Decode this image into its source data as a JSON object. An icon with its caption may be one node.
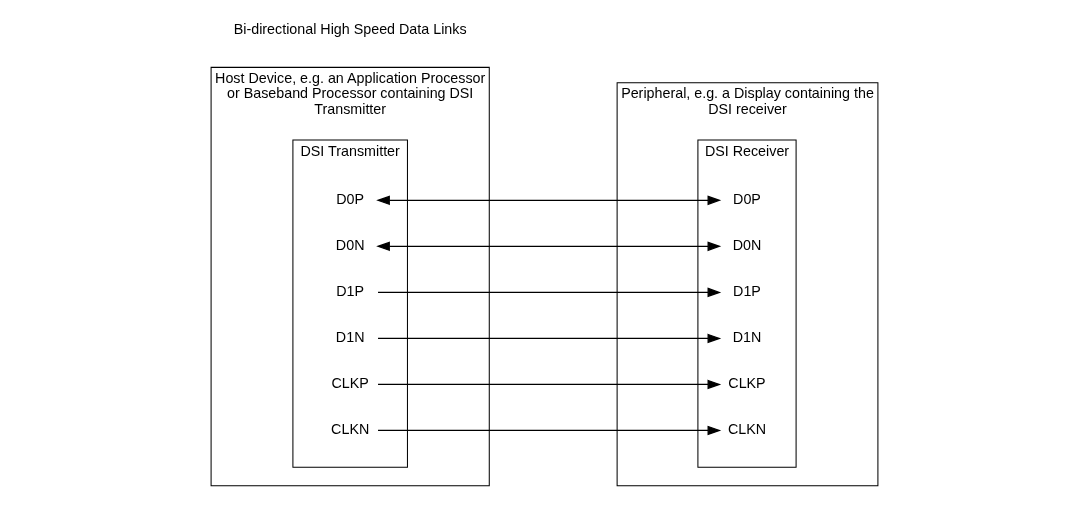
{
  "diagram": {
    "nodes": [
      {
        "text": [
          "Host Device, e.g. an Application Processor or Baseband Processor containing DSI Transmitter"
        ]
      },
      {
        "text": [
          "DSI Transmitter"
        ],
        "in": 0
      },
      {
        "text": [
          "D0P"
        ],
        "in": 1
      },
      {
        "text": [
          "D0N"
        ],
        "in": 1
      },
      {
        "text": [
          "D1P"
        ],
        "in": 1
      },
      {
        "text": [
          "D1N"
        ],
        "in": 1
      },
      {
        "text": [
          "CLKP"
        ],
        "in": 1
      },
      {
        "text": [
          "CLKN"
        ],
        "in": 1
      },
      {
        "text": [
          "Peripheral, e.g. a Display containing the DSI receiver"
        ]
      },
      {
        "text": [
          "DSI Receiver"
        ],
        "in": 8
      },
      {
        "text": [
          "D0P"
        ],
        "in": 9
      },
      {
        "text": [
          "D0N"
        ],
        "in": 9
      },
      {
        "text": [
          "D1P"
        ],
        "in": 9
      },
      {
        "text": [
          "D1N"
        ],
        "in": 9
      },
      {
        "text": [
          "CLKP"
        ],
        "in": 9
      },
      {
        "text": [
          "CLKN"
        ],
        "in": 9
      }
    ],
    "edges": [
      {
        "from": 2,
        "to": 10,
        "arrow": "both"
      },
      {
        "from": 3,
        "to": 11,
        "arrow": "both"
      },
      {
        "from": 4,
        "to": 12,
        "arrow": "to"
      },
      {
        "from": 5,
        "to": 13,
        "arrow": "to"
      },
      {
        "from": 6,
        "to": 14,
        "arrow": "to"
      },
      {
        "from": 7,
        "to": 15,
        "arrow": "to"
      }
    ],
    "labels": [
      "Bi-directional High Speed Data Links"
    ]
  }
}
